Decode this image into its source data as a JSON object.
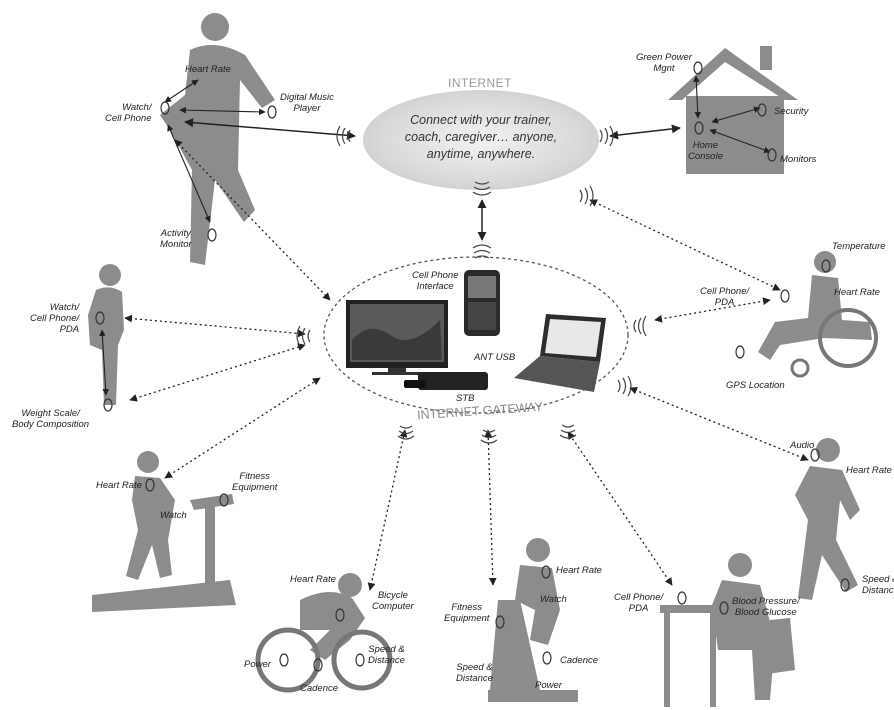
{
  "internet": {
    "title": "INTERNET",
    "message_lines": [
      "Connect with your trainer,",
      "coach, caregiver… anyone,",
      "anytime, anywhere."
    ]
  },
  "gateway": {
    "title": "INTERNET GATEWAY",
    "cell_phone_interface": "Cell Phone\nInterface",
    "ant_usb": "ANT USB",
    "stb": "STB"
  },
  "runner": {
    "heart_rate": "Heart Rate",
    "digital_music_player": "Digital Music\nPlayer",
    "watch_cell_phone": "Watch/\nCell Phone",
    "activity_monitor": "Activity\nMonitor"
  },
  "home": {
    "green_power": "Green Power\nMgnt",
    "security": "Security",
    "home_console": "Home\nConsole",
    "monitors": "Monitors"
  },
  "standing_person": {
    "watch_cell_pda": "Watch/\nCell Phone/\nPDA",
    "weight_scale": "Weight Scale/\nBody Composition"
  },
  "wheelchair": {
    "temperature": "Temperature",
    "cell_phone_pda": "Cell Phone/\nPDA",
    "heart_rate": "Heart Rate",
    "gps_location": "GPS Location"
  },
  "treadmill": {
    "heart_rate": "Heart Rate",
    "fitness_equipment": "Fitness\nEquipment",
    "watch": "Watch"
  },
  "jogger": {
    "audio": "Audio",
    "heart_rate": "Heart Rate",
    "speed_distance": "Speed &\nDistance"
  },
  "cyclist": {
    "heart_rate": "Heart Rate",
    "bicycle_computer": "Bicycle\nComputer",
    "speed_distance": "Speed &\nDistance",
    "power": "Power",
    "cadence": "Cadence"
  },
  "exercise_bike": {
    "heart_rate": "Heart Rate",
    "fitness_equipment": "Fitness\nEquipment",
    "watch": "Watch",
    "cadence": "Cadence",
    "speed_distance": "Speed &\nDistance",
    "power": "Power"
  },
  "desk": {
    "cell_phone_pda": "Cell Phone/\nPDA",
    "blood_pressure": "Blood Pressure/\nBlood Glucose"
  },
  "colors": {
    "figure": "#8c8c8c",
    "figure_dark": "#6f6f6f",
    "cloud": "#dcdcdc",
    "line": "#333333"
  }
}
